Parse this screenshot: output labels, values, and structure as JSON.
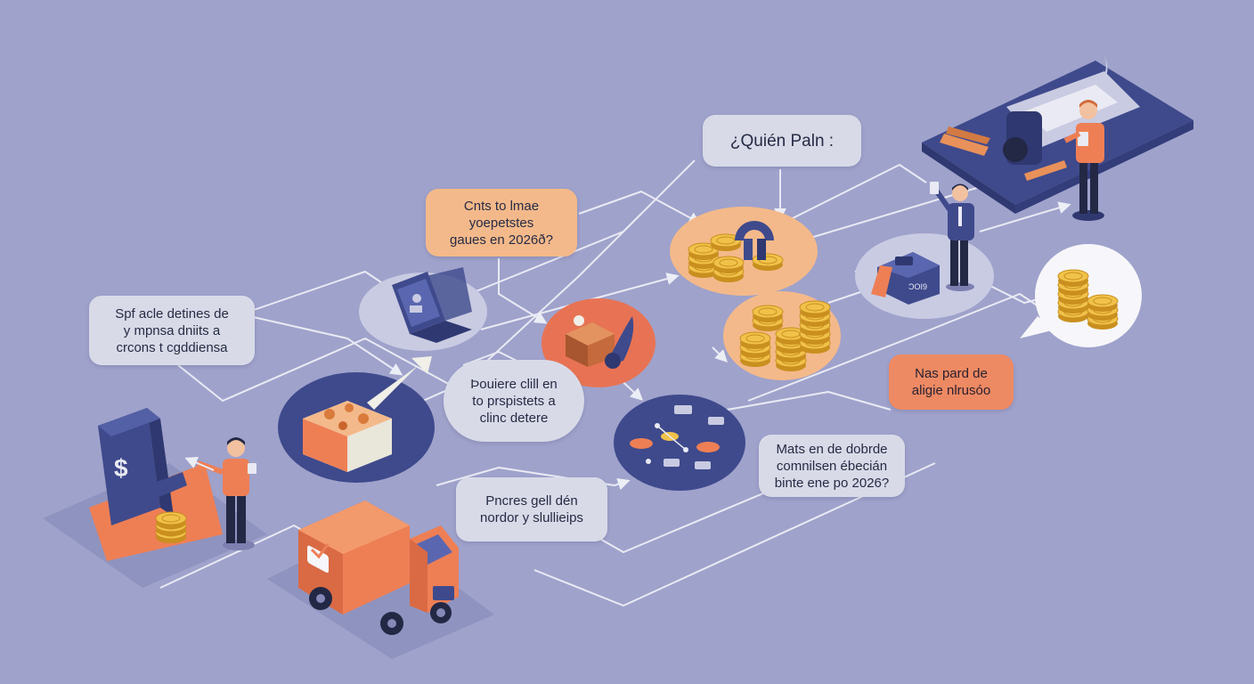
{
  "bubbles": {
    "quien": "¿Quién Paln :",
    "cnts": "Cnts to lmae\nyoepetstes\ngaues en 2026ð?",
    "spf": "Spf acle detines de\ny mpnsa dniits a\ncrcons t cgddiensa",
    "quiere": "Þouiere clill en\nto prspistets a\nclinc detere",
    "pnores": "Pncres gell dén\nnordor y slullieips",
    "mats": "Mats en de dobrde\ncomnilsen ébecián\nbinte ene po 2026?",
    "nas": "Nas pard de\naligie nlrusóo"
  },
  "icons": {
    "dollar_sign": "$",
    "card_text": "ƆOI9"
  },
  "colors": {
    "background": "#9fa2cb",
    "navy": "#3f4a8c",
    "orange": "#ee7f55",
    "peach": "#f4b98a",
    "gold": "#e6b33d",
    "bubble_grey": "#d8dae8",
    "line": "#e9eaf4"
  }
}
